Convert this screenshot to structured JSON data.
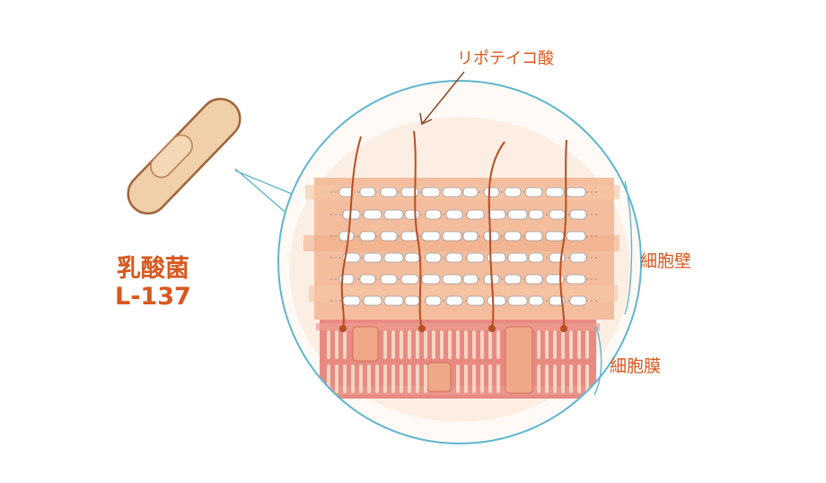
{
  "bacterium": {
    "name": "乳酸菌",
    "strain": "L-137"
  },
  "labels": {
    "lipoteichoic_acid": "リポテイコ酸",
    "cell_wall": "細胞壁",
    "cell_membrane": "細胞膜"
  },
  "colors": {
    "label_text": "#d8581f",
    "bacterium_fill": "#f1cfa8",
    "bacterium_outline": "#a0643a",
    "magnifier_outline": "#5fb5cf",
    "cell_wall": "#f3b896",
    "cell_membrane": "#e88a82",
    "lipoteichoic_acid": "#b84e22"
  }
}
